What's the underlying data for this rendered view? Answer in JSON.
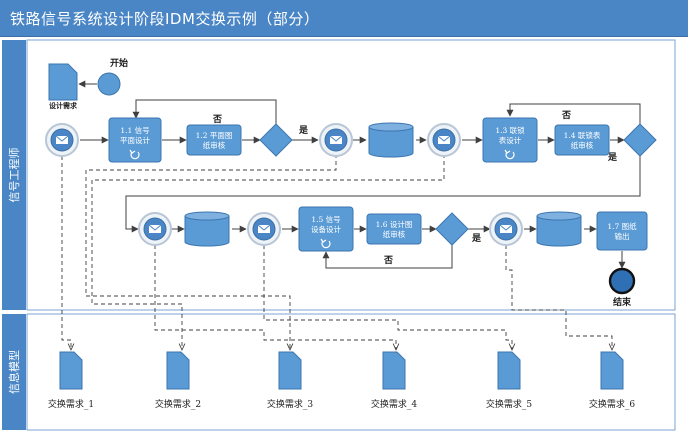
{
  "title": "铁路信号系统设计阶段IDM交换示例（部分）",
  "lanes": [
    {
      "label": "信号工程师"
    },
    {
      "label": "信息模型"
    }
  ],
  "events": {
    "start": "开始",
    "end": "结束"
  },
  "start_document": {
    "label": "设计需求"
  },
  "tasks": [
    {
      "label": "1.1 信号\n平面设计"
    },
    {
      "label": "1.2 平面图\n纸审核"
    },
    {
      "label": "1.3 联锁\n表设计"
    },
    {
      "label": "1.4 联锁表\n纸审核"
    },
    {
      "label": "1.5 信号\n设备设计"
    },
    {
      "label": "1.6 设计图\n纸审核"
    },
    {
      "label": "1.7 图纸\n输出"
    }
  ],
  "gateway_labels": {
    "yes": "是",
    "no": "否"
  },
  "exchange_docs": [
    {
      "label": "交换需求_1"
    },
    {
      "label": "交换需求_2"
    },
    {
      "label": "交换需求_3"
    },
    {
      "label": "交换需求_4"
    },
    {
      "label": "交换需求_5"
    },
    {
      "label": "交换需求_6"
    }
  ],
  "colors": {
    "header": "#4a86c5",
    "task_fill": "#5b9bd5",
    "task_stroke": "#3b75b0",
    "flow": "#404040",
    "lane_border": "#7aa6d6"
  }
}
